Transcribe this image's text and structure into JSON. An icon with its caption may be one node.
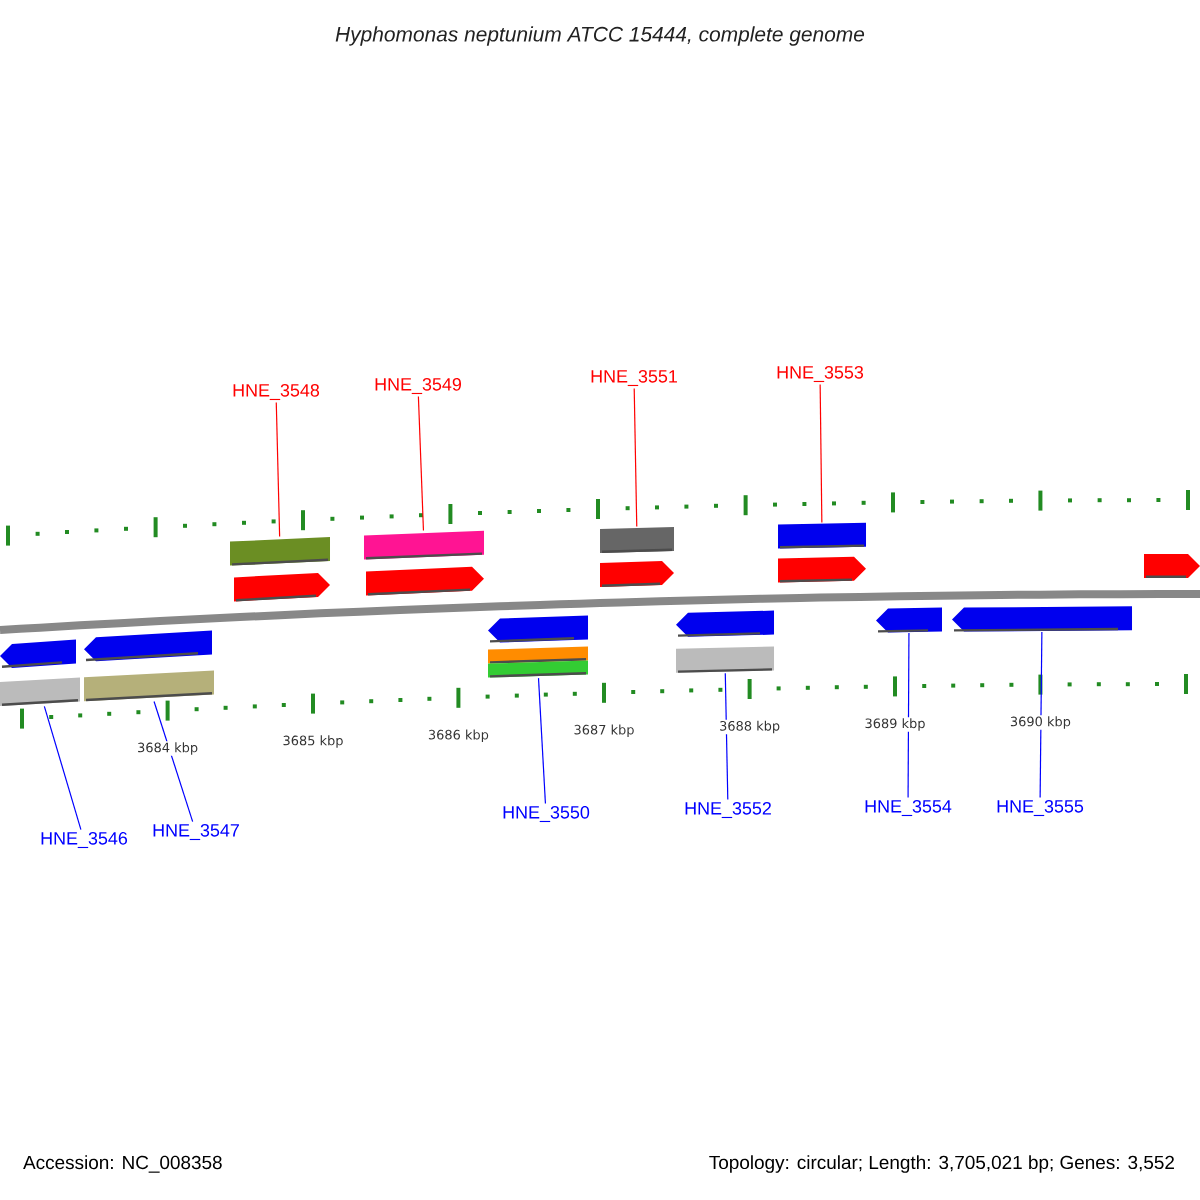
{
  "diagram": {
    "title": "Hyphomonas neptunium ATCC 15444, complete genome",
    "nodes": [
      {
        "text": [
          "HNE_3548"
        ]
      },
      {
        "text": [
          "HNE_3549"
        ]
      },
      {
        "text": [
          "HNE_3551"
        ]
      },
      {
        "text": [
          "HNE_3553"
        ]
      },
      {
        "text": [
          "HNE_3546"
        ]
      },
      {
        "text": [
          "HNE_3547"
        ]
      },
      {
        "text": [
          "HNE_3550"
        ]
      },
      {
        "text": [
          "HNE_3552"
        ]
      },
      {
        "text": [
          "HNE_3554"
        ]
      },
      {
        "text": [
          "HNE_3555"
        ]
      },
      {
        "text": [],
        "shape": "bar"
      },
      {
        "text": [],
        "shape": "arrow"
      },
      {
        "text": [],
        "shape": "bar"
      },
      {
        "text": [],
        "shape": "arrow"
      },
      {
        "text": [],
        "shape": "bar"
      },
      {
        "text": [],
        "shape": "arrow"
      },
      {
        "text": [],
        "shape": "bar"
      },
      {
        "text": [],
        "shape": "arrow"
      },
      {
        "text": [],
        "shape": "arrow"
      },
      {
        "text": [],
        "shape": "arrow"
      },
      {
        "text": [],
        "shape": "bar"
      },
      {
        "text": [],
        "shape": "arrow"
      },
      {
        "text": [],
        "shape": "bar"
      },
      {
        "text": [],
        "shape": "arrow"
      },
      {
        "text": [],
        "shape": "bar"
      },
      {
        "text": [],
        "shape": "bar"
      },
      {
        "text": [],
        "shape": "arrow"
      },
      {
        "text": [],
        "shape": "bar"
      },
      {
        "text": [],
        "shape": "arrow"
      },
      {
        "text": [],
        "shape": "arrow"
      }
    ],
    "edges": [
      {
        "from": 0,
        "to": 10,
        "arrow": "none",
        "color": "#ff0000"
      },
      {
        "from": 1,
        "to": 12,
        "arrow": "none",
        "color": "#ff0000"
      },
      {
        "from": 2,
        "to": 14,
        "arrow": "none",
        "color": "#ff0000"
      },
      {
        "from": 3,
        "to": 16,
        "arrow": "none",
        "color": "#ff0000"
      },
      {
        "from": 4,
        "to": 20,
        "arrow": "none"
      },
      {
        "from": 5,
        "to": 22,
        "arrow": "none"
      },
      {
        "from": 6,
        "to": 25,
        "arrow": "none"
      },
      {
        "from": 7,
        "to": 27,
        "arrow": "none"
      },
      {
        "from": 8,
        "to": 28,
        "arrow": "none"
      },
      {
        "from": 9,
        "to": 29,
        "arrow": "none"
      }
    ],
    "labels": [
      "3684 kbp",
      "3685 kbp",
      "3686 kbp",
      "3687 kbp",
      "3688 kbp",
      "3689 kbp",
      "3690 kbp",
      "Accession: NC_008358",
      "Topology: circular; Length: 3,705,021 bp; Genes: 3,552"
    ]
  }
}
